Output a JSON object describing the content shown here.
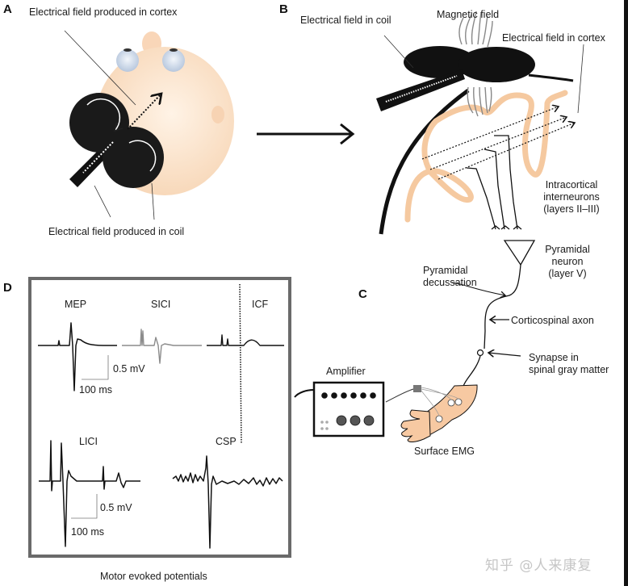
{
  "panels": {
    "A": {
      "letter": "A",
      "labels": {
        "cortex_field": "Electrical field produced in cortex",
        "coil_field": "Electrical field produced in coil"
      }
    },
    "B": {
      "letter": "B",
      "labels": {
        "coil_field": "Electrical field in coil",
        "magnetic_field": "Magnetic field",
        "cortex_field": "Electrical field in cortex",
        "interneurons_line1": "Intracortical",
        "interneurons_line2": "interneurons",
        "interneurons_line3": "(layers II–III)"
      }
    },
    "C": {
      "letter": "C",
      "labels": {
        "pyramidal_neuron_line1": "Pyramidal",
        "pyramidal_neuron_line2": "neuron",
        "pyramidal_neuron_line3": "(layer V)",
        "decussation_line1": "Pyramidal",
        "decussation_line2": "decussation",
        "axon": "Corticospinal axon",
        "synapse_line1": "Synapse in",
        "synapse_line2": "spinal gray matter",
        "amplifier": "Amplifier",
        "emg": "Surface EMG"
      }
    },
    "D": {
      "letter": "D",
      "caption": "Motor evoked potentials",
      "traces": {
        "mep": "MEP",
        "sici": "SICI",
        "icf": "ICF",
        "lici": "LICI",
        "csp": "CSP"
      },
      "scale_top": {
        "voltage": "0.5 mV",
        "time": "100 ms"
      },
      "scale_bottom": {
        "voltage": "0.5 mV",
        "time": "100 ms"
      }
    }
  },
  "colors": {
    "skin": "#fbe0c6",
    "cortex": "#f5c9a0",
    "coil": "#111111",
    "magnetic_lines": "#8a8a8a",
    "sici_trace": "#8c8c8c",
    "frame": "#6a6a6a"
  },
  "watermark": "知乎 @人来康复"
}
